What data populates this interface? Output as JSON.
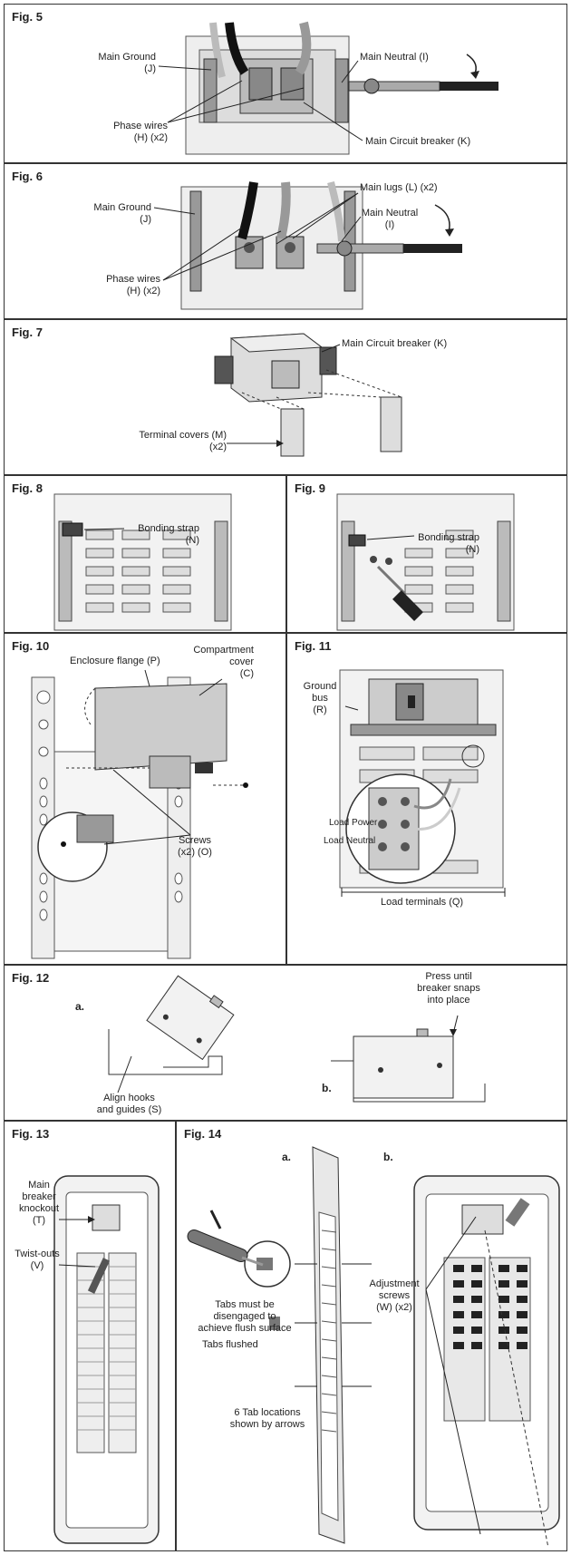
{
  "fig5": {
    "title": "Fig. 5",
    "main_ground": "Main Ground",
    "main_ground_id": "(J)",
    "main_neutral": "Main Neutral (I)",
    "phase_wires": "Phase wires",
    "phase_wires_id": "(H) (x2)",
    "main_breaker": "Main Circuit breaker (K)"
  },
  "fig6": {
    "title": "Fig. 6",
    "main_ground": "Main Ground",
    "main_ground_id": "(J)",
    "main_lugs": "Main lugs (L) (x2)",
    "main_neutral": "Main Neutral",
    "main_neutral_id": "(I)",
    "phase_wires": "Phase wires",
    "phase_wires_id": "(H) (x2)"
  },
  "fig7": {
    "title": "Fig. 7",
    "main_breaker": "Main Circuit breaker (K)",
    "terminal_covers": "Terminal covers (M)",
    "terminal_covers_qty": "(x2)"
  },
  "fig8": {
    "title": "Fig. 8",
    "bonding_strap": "Bonding strap",
    "bonding_strap_id": "(N)"
  },
  "fig9": {
    "title": "Fig. 9",
    "bonding_strap": "Bonding strap",
    "bonding_strap_id": "(N)"
  },
  "fig10": {
    "title": "Fig. 10",
    "enclosure_flange": "Enclosure flange (P)",
    "compartment": "Compartment",
    "cover": "cover",
    "cover_id": "(C)",
    "screws": "Screws",
    "screws_id": "(x2) (O)"
  },
  "fig11": {
    "title": "Fig. 11",
    "ground": "Ground",
    "bus": "bus",
    "bus_id": "(R)",
    "load_power": "Load Power",
    "load_neutral": "Load Neutral",
    "load_terminals": "Load terminals (Q)"
  },
  "fig12": {
    "title": "Fig. 12",
    "a": "a.",
    "b": "b.",
    "press": "Press until",
    "snaps": "breaker snaps",
    "place": "into place",
    "align": "Align hooks",
    "guides": "and guides (S)"
  },
  "fig13": {
    "title": "Fig. 13",
    "main": "Main",
    "breaker": "breaker",
    "knockout": "knockout",
    "knockout_id": "(T)",
    "twist": "Twist-outs",
    "twist_id": "(V)"
  },
  "fig14": {
    "title": "Fig. 14",
    "a": "a.",
    "b": "b.",
    "tabs1": "Tabs must be",
    "tabs2": "disengaged to",
    "tabs3": "achieve flush surface",
    "tabs_flushed": "Tabs flushed",
    "tab_loc1": "6 Tab locations",
    "tab_loc2": "shown  by arrows",
    "adj1": "Adjustment",
    "adj2": "screws",
    "adj3": "(W) (x2)"
  }
}
